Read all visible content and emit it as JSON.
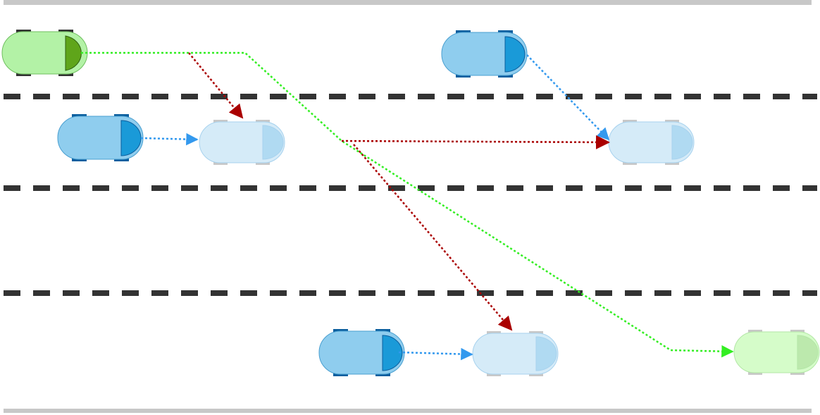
{
  "colors": {
    "road_edge": "#c8c8c8",
    "lane_dash": "#333333",
    "ego_body": "#b3f2a6",
    "ego_outline": "#6fbf5f",
    "ego_windshield": "#5fa51a",
    "ego_wheel": "#333333",
    "car_body": "#8fcdee",
    "car_outline": "#4a9fd0",
    "car_windshield": "#1a9ad8",
    "car_wheel": "#0a5e9e",
    "ghost_car_body": "#d5ebf8",
    "ghost_car_outline": "#a7d2ee",
    "ghost_car_windshield": "#b0daf2",
    "ghost_ego_body": "#d5fcc9",
    "ghost_ego_outline": "#b3e6a6",
    "ghost_ego_windshield": "#bce9ad",
    "ghost_wheel": "#c8c8c8",
    "trajectory_green": "#33ee22",
    "trajectory_blue": "#3399ee",
    "trajectory_red": "#aa0000"
  },
  "legend": [],
  "vehicles": [
    {
      "id": "ego",
      "role": "ego",
      "state": "current"
    },
    {
      "id": "car-a",
      "role": "other",
      "state": "current"
    },
    {
      "id": "car-b",
      "role": "other",
      "state": "current"
    },
    {
      "id": "car-c",
      "role": "other",
      "state": "current"
    },
    {
      "id": "car-a-future",
      "role": "other",
      "state": "predicted"
    },
    {
      "id": "car-b-future",
      "role": "other",
      "state": "predicted"
    },
    {
      "id": "car-c-future",
      "role": "other",
      "state": "predicted"
    },
    {
      "id": "ego-future",
      "role": "ego",
      "state": "predicted"
    }
  ],
  "trajectories": [
    {
      "id": "ego-planned-path",
      "color": "trajectory_green"
    },
    {
      "id": "car-a-predicted-path",
      "color": "trajectory_blue"
    },
    {
      "id": "car-b-predicted-path",
      "color": "trajectory_blue"
    },
    {
      "id": "car-c-predicted-path",
      "color": "trajectory_blue"
    },
    {
      "id": "interaction-branch-1",
      "color": "trajectory_red"
    },
    {
      "id": "interaction-branch-2",
      "color": "trajectory_red"
    },
    {
      "id": "interaction-branch-3",
      "color": "trajectory_red"
    }
  ]
}
